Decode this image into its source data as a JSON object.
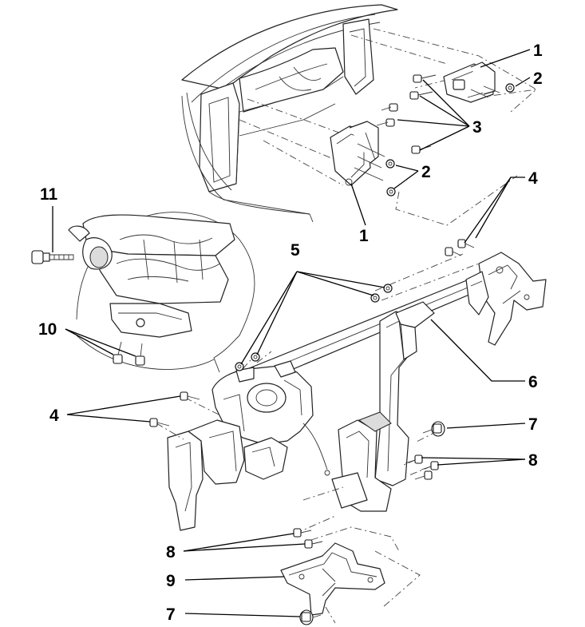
{
  "callouts": {
    "c1_top": "1",
    "c2_top": "2",
    "c3": "3",
    "c2_mid": "2",
    "c1_mid": "1",
    "c4_right": "4",
    "c11": "11",
    "c5": "5",
    "c10": "10",
    "c6": "6",
    "c4_left": "4",
    "c7_mid": "7",
    "c8_mid": "8",
    "c8_low": "8",
    "c9": "9",
    "c7_low": "7"
  }
}
